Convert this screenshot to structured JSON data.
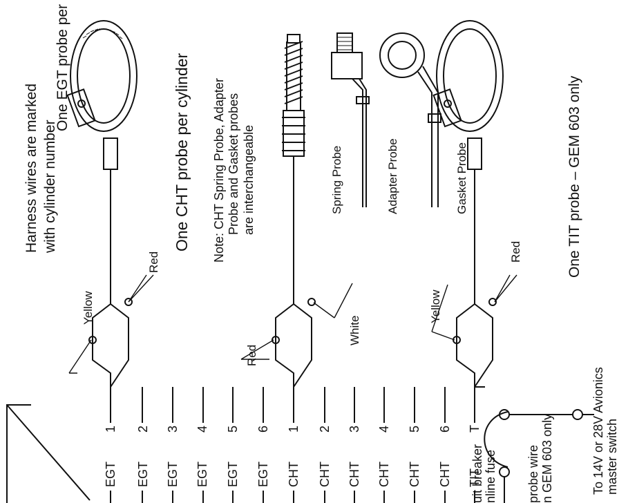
{
  "notes": {
    "harness": [
      "Harness wires are marked",
      "with cylinder number"
    ],
    "egt_probe": "One EGT probe per cylinder",
    "cht_probe": "One CHT probe per cylinder",
    "note": [
      "Note: CHT Spring Probe, Adapter",
      "Probe and Gasket probes",
      "are interchangeable"
    ],
    "tit_probe": "One TIT probe  –  GEM 603 only",
    "power": [
      "To 14V or 28V Avionics",
      "master switch"
    ],
    "breaker": [
      "uit breaker",
      "nline fuse"
    ],
    "tit_wire": [
      "probe wire",
      "n GEM 603  only"
    ]
  },
  "wire_labels": {
    "yellow_top": "Yellow",
    "red_egt": "Red",
    "red_cht": "Red",
    "white_cht": "White",
    "yellow_tit": "Yellow",
    "red_tit": "Red"
  },
  "probe_labels": {
    "spring": "Spring Probe",
    "adapter": "Adapter Probe",
    "gasket": "Gasket Probe"
  },
  "channels": [
    {
      "name": "EGT",
      "num": "1"
    },
    {
      "name": "EGT",
      "num": "2"
    },
    {
      "name": "EGT",
      "num": "3"
    },
    {
      "name": "EGT",
      "num": "4"
    },
    {
      "name": "EGT",
      "num": "5"
    },
    {
      "name": "EGT",
      "num": "6"
    },
    {
      "name": "CHT",
      "num": "1"
    },
    {
      "name": "CHT",
      "num": "2"
    },
    {
      "name": "CHT",
      "num": "3"
    },
    {
      "name": "CHT",
      "num": "4"
    },
    {
      "name": "CHT",
      "num": "5"
    },
    {
      "name": "CHT",
      "num": "6"
    },
    {
      "name": "TIT",
      "num": "T"
    }
  ]
}
